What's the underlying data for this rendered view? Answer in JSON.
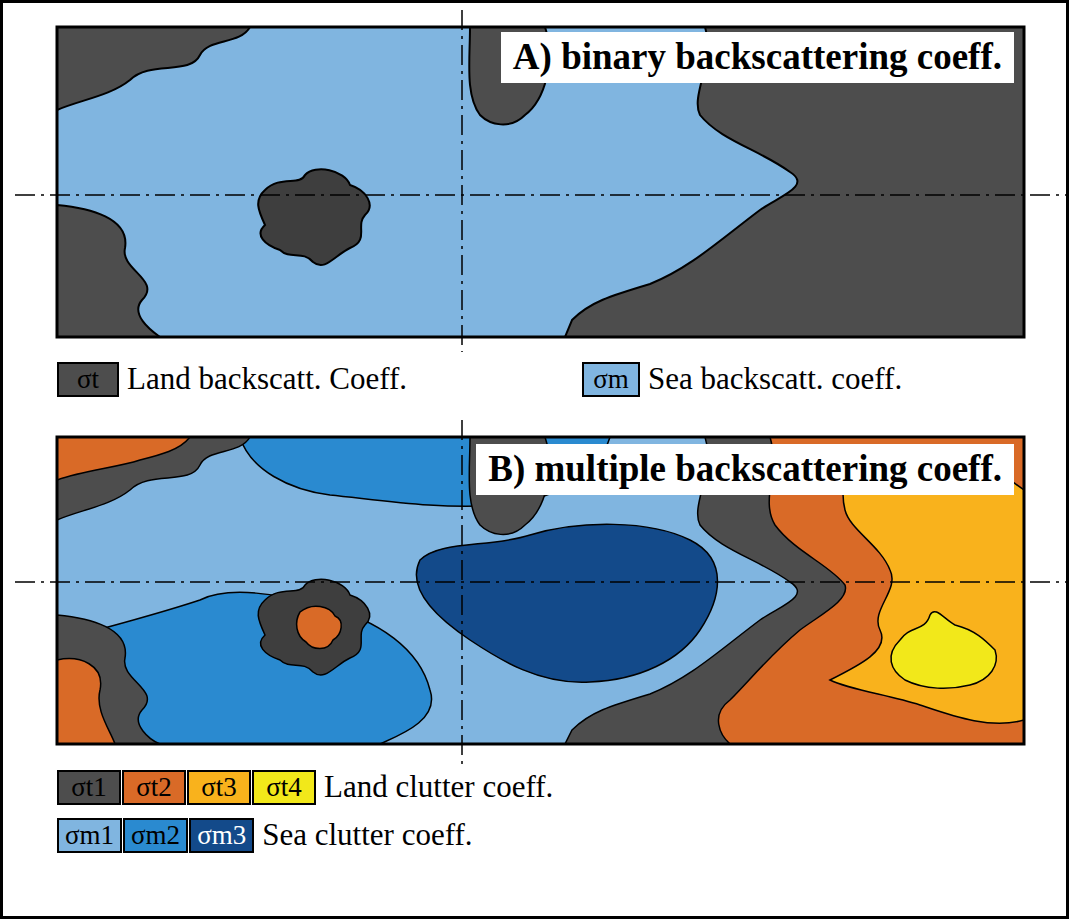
{
  "diagram": {
    "nodes": [
      {
        "text": [
          "A) binary backscattering coeff."
        ]
      },
      {
        "text": [
          "B) multiple backscattering coeff."
        ]
      }
    ],
    "labels": [
      "Land backscatt. Coeff.",
      "Sea backscatt. coeff.",
      "Land clutter coeff.",
      "Sea clutter coeff."
    ],
    "legend": [
      {
        "text": "σt",
        "color": "#4d4d4d"
      },
      {
        "text": "σm",
        "color": "#80b5e0"
      },
      {
        "text": "σt1",
        "color": "#4d4d4d"
      },
      {
        "text": "σt2",
        "color": "#d96a27"
      },
      {
        "text": "σt3",
        "color": "#f9b21c"
      },
      {
        "text": "σt4",
        "color": "#f2e81a"
      },
      {
        "text": "σm1",
        "color": "#80b5e0"
      },
      {
        "text": "σm2",
        "color": "#2a8ad0"
      },
      {
        "text": "σm3",
        "color": "#134a8a"
      }
    ]
  }
}
